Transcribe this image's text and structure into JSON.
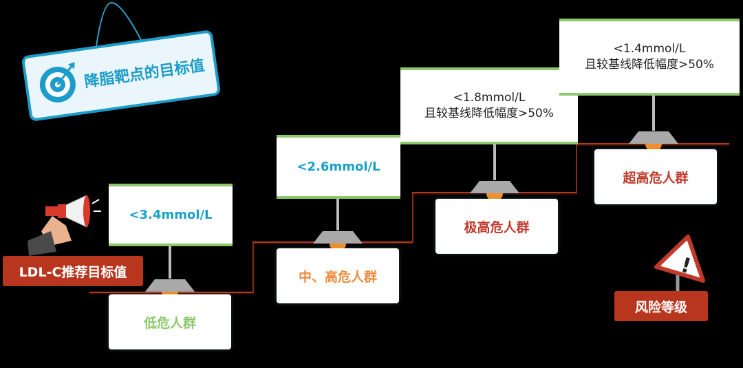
{
  "sign": {
    "title": "降脂靶点的目标值"
  },
  "ldl_label": "LDL-C推荐目标值",
  "risk_label": "风险等级",
  "targets": [
    {
      "line1": "<3.4mmol/L",
      "line2": ""
    },
    {
      "line1": "<2.6mmol/L",
      "line2": ""
    },
    {
      "line1": "<1.8mmol/L",
      "line2": "且较基线降低幅度>50%"
    },
    {
      "line1": "<1.4mmol/L",
      "line2": "且较基线降低幅度>50%"
    }
  ],
  "groups": [
    {
      "label": "低危人群",
      "color": "#8cc96a"
    },
    {
      "label": "中、高危人群",
      "color": "#ef8a3c"
    },
    {
      "label": "极高危人群",
      "color": "#c0392b"
    },
    {
      "label": "超高危人群",
      "color": "#c0392b"
    }
  ],
  "colors": {
    "accent_blue": "#1aa0c8",
    "accent_green": "#8cc96a",
    "accent_red": "#b8361e",
    "stair_line": "#b8361e"
  }
}
